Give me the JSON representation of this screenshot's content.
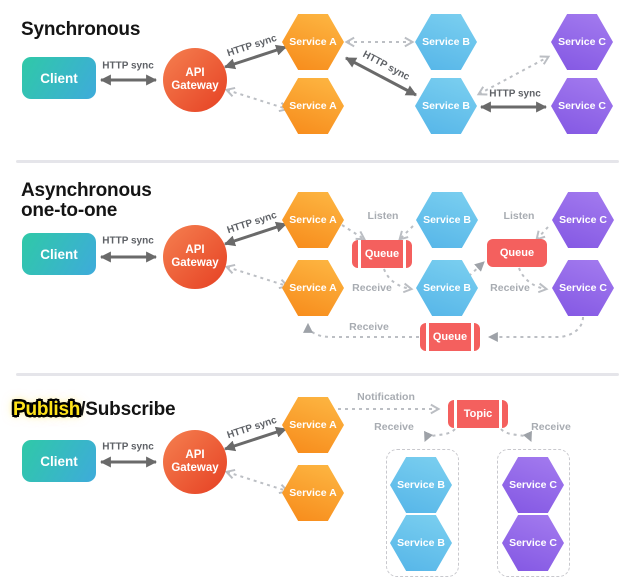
{
  "sections": {
    "synchronous": {
      "title": "Synchronous"
    },
    "async_one_to_one": {
      "title_line1": "Asynchronous",
      "title_line2": "one-to-one"
    },
    "pub_sub": {
      "title_highlight": "Publish",
      "title_rest": "/Subscribe"
    }
  },
  "nodes": {
    "client": "Client",
    "api_gateway": "API Gateway",
    "service_a": "Service A",
    "service_b": "Service B",
    "service_c": "Service C",
    "queue": "Queue",
    "topic": "Topic"
  },
  "labels": {
    "http_sync": "HTTP sync",
    "listen": "Listen",
    "receive": "Receive",
    "notification": "Notification"
  },
  "colors": {
    "client_gradient_start": "#2FC9A7",
    "client_gradient_end": "#3EABDB",
    "gateway_gradient_start": "#F58050",
    "gateway_gradient_end": "#E84A2A",
    "service_a_start": "#FDB844",
    "service_a_end": "#F78A1A",
    "service_b_start": "#7CD0F0",
    "service_b_end": "#55B5E8",
    "service_c_start": "#A47CEF",
    "service_c_end": "#8357E3",
    "queue_red": "#F4605E",
    "solid_arrow_gray": "#6A6A6A",
    "dashed_arrow_gray": "#BCBFC4",
    "dark_label_gray": "#5E6166",
    "light_label_gray": "#A8ACB2",
    "divider_gray": "#E5E5EA",
    "highlight_yellow": "#FFE31A"
  }
}
